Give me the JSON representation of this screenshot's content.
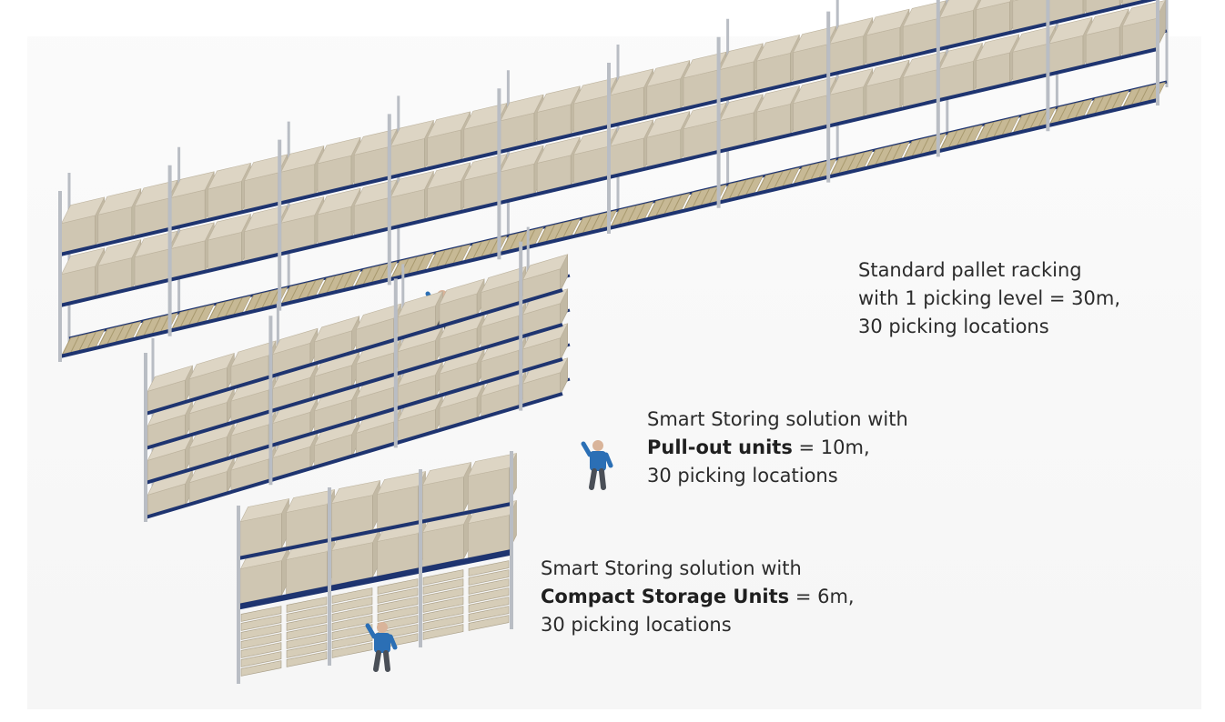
{
  "captions": {
    "standard": {
      "line1": "Standard pallet racking",
      "line2": "with 1 picking level = 30m,",
      "line3": "30 picking locations"
    },
    "pullout": {
      "line1": "Smart Storing solution with",
      "line2_bold": "Pull-out units",
      "line2_rest": " = 10m,",
      "line3": "30 picking locations"
    },
    "compact": {
      "line1": "Smart Storing solution with",
      "line2_bold": "Compact Storage Units",
      "line2_rest": " = 6m,",
      "line3": "30 picking locations"
    }
  },
  "colors": {
    "box_top": "#ddd5c4",
    "box_front": "#cfc6b2",
    "beam": "#1e3470",
    "upright": "#b9bdc4",
    "pallet": "#c7b995",
    "worker_shirt": "#2b6fb5",
    "worker_pants": "#4a4f57"
  },
  "illustrations": [
    {
      "name": "standard-pallet-racking",
      "picking_locations": 30
    },
    {
      "name": "pull-out-units-rack",
      "picking_locations": 30
    },
    {
      "name": "compact-storage-units-rack",
      "picking_locations": 30
    }
  ]
}
